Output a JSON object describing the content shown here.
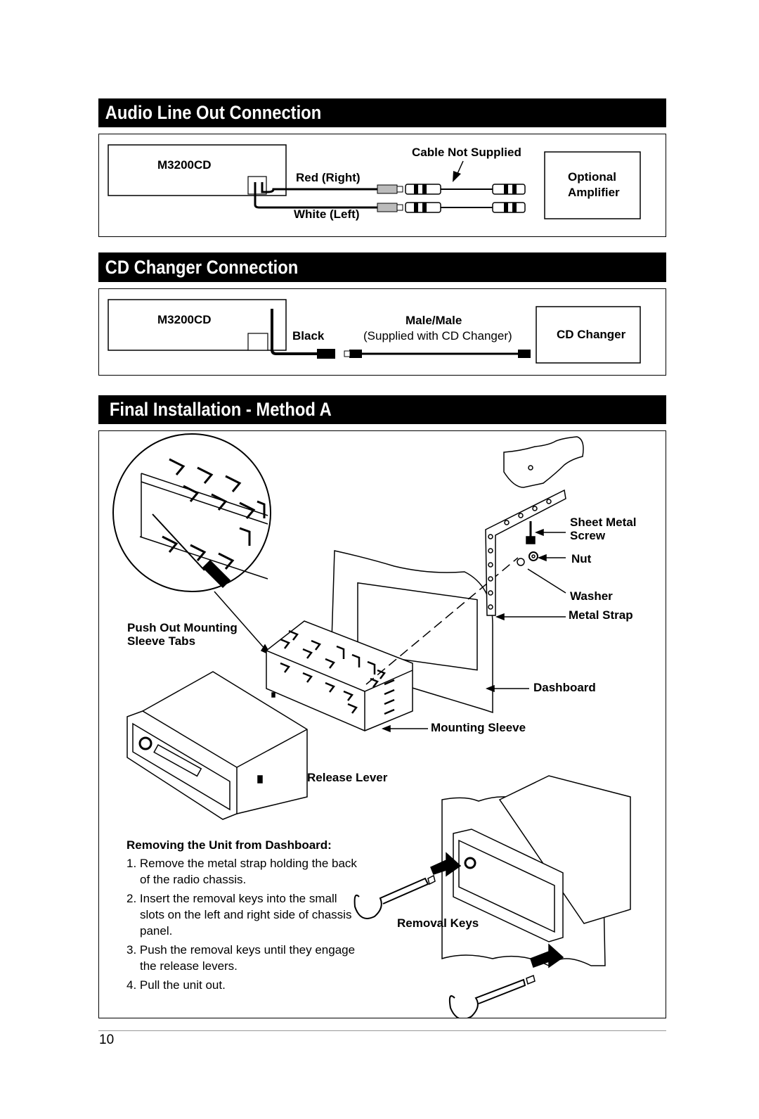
{
  "sections": {
    "audio": {
      "title": "Audio Line Out Connection",
      "source_unit": "M3200CD",
      "cable_note": "Cable Not Supplied",
      "red_label": "Red (Right)",
      "white_label": "White (Left)",
      "target_line1": "Optional",
      "target_line2": "Amplifier"
    },
    "cd_changer": {
      "title": "CD Changer Connection",
      "source_unit": "M3200CD",
      "black_label": "Black",
      "cable_type": "Male/Male",
      "cable_note": "(Supplied with CD Changer)",
      "target": "CD Changer"
    },
    "install": {
      "title": "Final Installation - Method A",
      "labels": {
        "sheet_metal_screw_1": "Sheet Metal",
        "sheet_metal_screw_2": "Screw",
        "nut": "Nut",
        "washer": "Washer",
        "metal_strap": "Metal Strap",
        "push_out_1": "Push Out Mounting",
        "push_out_2": "Sleeve Tabs",
        "dashboard": "Dashboard",
        "mounting_sleeve": "Mounting Sleeve",
        "release_lever": "Release Lever",
        "removal_keys": "Removal Keys"
      },
      "removing": {
        "heading": "Removing the Unit from Dashboard:",
        "steps": [
          "1. Remove the metal strap holding the back of the radio chassis.",
          "2. Insert the removal keys into the small slots on the left and right side of chassis panel.",
          "3. Push the removal keys until they engage the release levers.",
          "4. Pull the unit out."
        ]
      }
    }
  },
  "page_number": "10"
}
